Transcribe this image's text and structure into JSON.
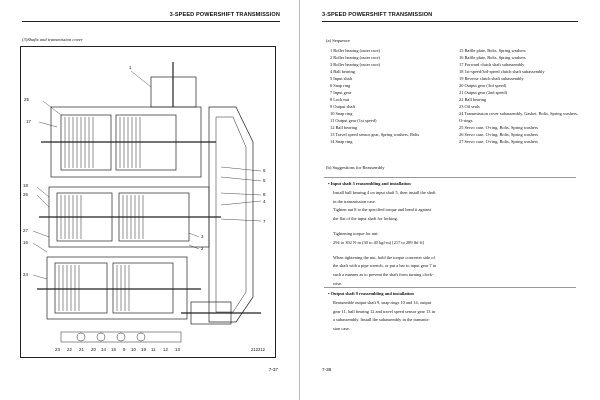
{
  "header_title": "3-SPEED POWERSHIFT TRANSMISSION",
  "left": {
    "caption": "(3)Shafts and transmission cover",
    "figure_id": "212212",
    "callouts": {
      "c25": "25",
      "c1": "1",
      "c17": "17",
      "c6": "6",
      "c5": "5",
      "c8": "8",
      "c4": "4",
      "c7": "7",
      "c3": "3",
      "c2": "2",
      "c18": "18",
      "c26": "26",
      "c27": "27",
      "c16": "16",
      "c24": "24",
      "b23": "23",
      "b22": "22",
      "b21": "21",
      "b20": "20",
      "b14": "14",
      "b15": "15",
      "b9": "9",
      "b10": "10",
      "b19": "19",
      "b11": "11",
      "b12": "12",
      "b13": "13"
    },
    "page_number": "7-37"
  },
  "right": {
    "sequence_title": "(a)  Sequence",
    "sequence_left": [
      "1  Roller bearing (outer race)",
      "2  Roller bearing (outer race)",
      "3  Roller bearing (outer race)",
      "4  Ball bearing",
      "5  Input shaft",
      "6  Snap ring",
      "7  Input gear",
      "8  Lock nut",
      "9  Output shaft",
      "10 Snap ring",
      "11 Output gear (1st speed)",
      "12 Ball bearing",
      "13 Travel speed sensor gear, Spring washers, Bolts",
      "14 Snap ring"
    ],
    "sequence_right": [
      "15 Baffle plate, Bolts, Spring washers",
      "16 Baffle plate, Bolts, Spring washers",
      "17 Forward clutch shaft subassembly",
      "18 1st-speed/3rd-speed clutch shaft subassembly",
      "19 Reverse clutch shaft subassembly",
      "20 Output gear (3rd speed)",
      "21 Output gear (2nd speed)",
      "22 Ball bearing",
      "23 Oil seals",
      "24 Transmission cover subassembly, Gasket, Bolts, Spring washers, O-rings",
      "25 Servo case, O-ring, Bolts, Spring washers",
      "26 Servo case, O-ring, Bolts, Spring washers",
      "27 Servo case, O-ring, Bolts, Spring washers"
    ],
    "suggestions_title": "(b)  Suggestions for Reassembly",
    "input_shaft": {
      "heading": "• Input shaft 5 reassembling and installation",
      "lines": [
        "Install ball bearing 4 on input shaft 5, then install the shaft",
        "in the transmission case.",
        "Tighten nut 8 to the specified torque and bend it against",
        "the flat of the input shaft for locking.",
        "",
        "Tightening torque for nut:",
        "294 to 392 N·m (30 to 40 kgf·m) [217 to 289 lbf·ft]",
        "",
        "When tightening the nut, hold the torque converter side of",
        "the shaft with a pipe wrench, or put a bar to input gear 7 in",
        "such a manner as to prevent the shaft from turning clock-",
        "wise."
      ]
    },
    "output_shaft": {
      "heading": "• Output shaft 9 reassembling and installation",
      "lines": [
        "Reassemble output shaft 9, snap rings 10 and 14, output",
        "gear 11, ball bearing 12 and travel speed sensor gear 13 in",
        "a subassembly. Install the subassembly in the transmis-",
        "sion case."
      ]
    },
    "page_number": "7-38"
  }
}
